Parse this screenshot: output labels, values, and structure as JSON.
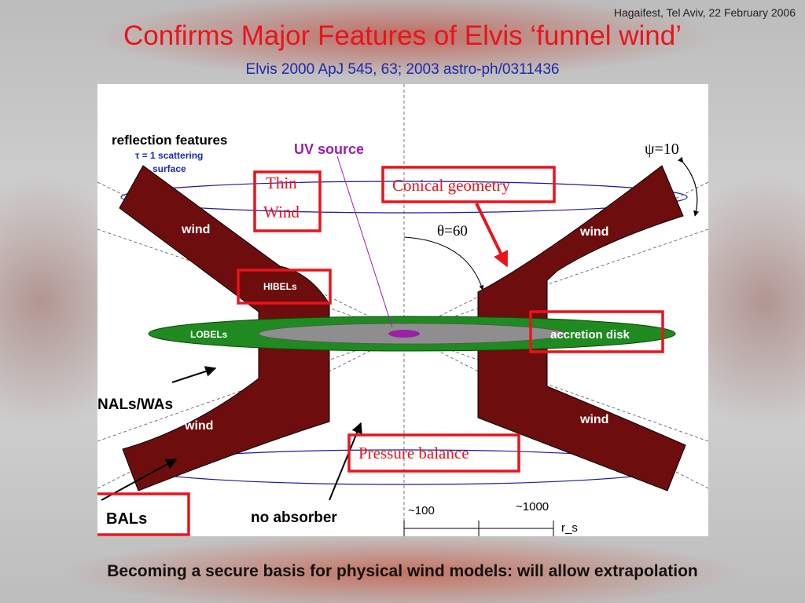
{
  "slide": {
    "header_note": "Hagaifest, Tel Aviv, 22 February 2006",
    "title": "Confirms Major Features of Elvis ‘funnel wind’",
    "subtitle": "Elvis 2000 ApJ 545, 63;  2003 astro-ph/0311436",
    "footer": "Becoming a secure basis for physical wind models: will allow extrapolation"
  },
  "diagram": {
    "reflection_features": "reflection features",
    "tau_scattering": "τ = 1 scattering",
    "surface": "surface",
    "uv_source": "UV source",
    "thin": "Thin",
    "wind_word": "Wind",
    "conical_geometry": "Conical geometry",
    "psi": "ψ=10",
    "theta": "θ=60",
    "wind_labels": [
      "wind",
      "wind",
      "wind",
      "wind"
    ],
    "hibels": "HIBELs",
    "lobels": "LOBELs",
    "accretion_disk": "accretion disk",
    "nals_was": "NALs/WAs",
    "pressure_balance": "Pressure balance",
    "bals": "BALs",
    "no_absorber": "no absorber",
    "scale_100": "~100",
    "scale_1000": "~1000",
    "r_s": "r_s"
  },
  "colors": {
    "title": "#e8141c",
    "subtitle": "#1a2bb0",
    "wind_fill": "#6e0d0d",
    "disk_green": "#1f8a1f",
    "disk_gray": "#8e8e8e",
    "uv_purple": "#9b1fa8",
    "ellipse_blue": "#1a1aa0",
    "highlight_box": "#e8141c"
  }
}
